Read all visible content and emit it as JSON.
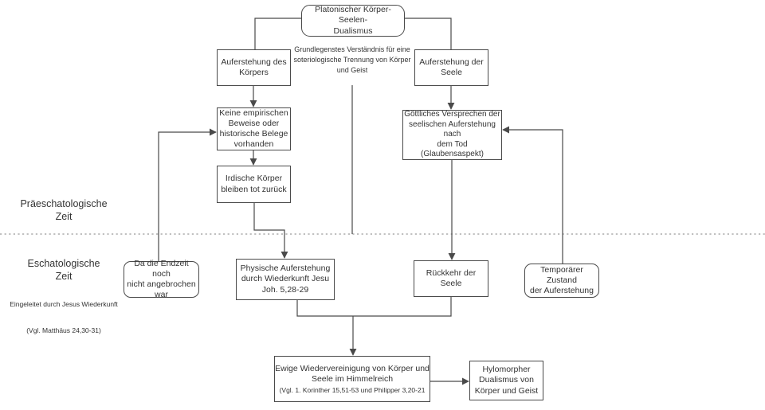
{
  "colors": {
    "background": "#ffffff",
    "line": "#4a4a4a",
    "text": "#333333",
    "divider": "#9a9a9a"
  },
  "nodes": {
    "platonic": {
      "label": "Platonischer Körper-Seelen-\nDualismus",
      "shape": "rounded"
    },
    "auf_koerper": {
      "label": "Auferstehung des\nKörpers",
      "shape": "rect"
    },
    "auf_seele": {
      "label": "Auferstehung der\nSeele",
      "shape": "rect"
    },
    "keine_beweise": {
      "label": "Keine empirischen\nBeweise oder\nhistorische Belege\nvorhanden",
      "shape": "rect"
    },
    "goettliches_versprechen": {
      "label": "Göttliches Versprechen der\nseelischen Auferstehung nach\ndem Tod\n(Glaubensaspekt)",
      "shape": "rect"
    },
    "irdische_koerper": {
      "label": "Irdische Körper\nbleiben tot zurück",
      "shape": "rect"
    },
    "da_endzeit": {
      "label": "Da die Endzeit noch\nnicht angebrochen\nwar",
      "shape": "rounded"
    },
    "physische_auferstehung": {
      "label": "Physische Auferstehung\ndurch Wiederkunft Jesu\nJoh. 5,28-29",
      "shape": "rect"
    },
    "rueckkehr_seele": {
      "label": "Rückkehr der Seele",
      "shape": "rect"
    },
    "temporaerer_zustand": {
      "label": "Temporärer Zustand\nder Auferstehung",
      "shape": "rounded"
    },
    "ewige_wiedervereinigung": {
      "label": "Ewige Wiedervereinigung von Körper und\nSeele im Himmelreich",
      "sublabel": "(Vgl. 1. Korinther 15,51-53 und Philipper 3,20-21",
      "shape": "rect"
    },
    "hylomorpher": {
      "label": "Hylomorpher\nDualismus von\nKörper und Geist",
      "shape": "rect"
    }
  },
  "annotations": {
    "soteriological_note": "Grundlegenstes Verständnis für eine\nsoteriologische Trennung von Körper\nund Geist",
    "praeeschatologische_zeit": "Präeschatologische\nZeit",
    "eschatologische_zeit_title": "Eschatologische\nZeit",
    "eschatologische_zeit_sub1": "Eingeleitet durch Jesus Wiederkunft",
    "eschatologische_zeit_sub2": "(Vgl. Matthäus 24,30-31)"
  },
  "connections": [
    {
      "from": "platonic",
      "to": "auf_koerper",
      "arrow": false
    },
    {
      "from": "platonic",
      "to": "auf_seele",
      "arrow": false
    },
    {
      "from": "auf_koerper",
      "to": "keine_beweise",
      "arrow": true
    },
    {
      "from": "auf_seele",
      "to": "goettliches_versprechen",
      "arrow": true
    },
    {
      "from": "keine_beweise",
      "to": "irdische_koerper",
      "arrow": true
    },
    {
      "from": "goettliches_versprechen",
      "to": "rueckkehr_seele",
      "arrow": true
    },
    {
      "from": "irdische_koerper",
      "to": "physische_auferstehung",
      "arrow": true
    },
    {
      "from": "da_endzeit",
      "to": "keine_beweise",
      "arrow": true
    },
    {
      "from": "temporaerer_zustand",
      "to": "goettliches_versprechen",
      "arrow": true
    },
    {
      "from": "soteriological_note",
      "to": "timeline_divider",
      "arrow": false
    },
    {
      "from": "physische_auferstehung",
      "to": "ewige_wiedervereinigung",
      "arrow": true
    },
    {
      "from": "rueckkehr_seele",
      "to": "ewige_wiedervereinigung",
      "arrow": true
    },
    {
      "from": "ewige_wiedervereinigung",
      "to": "hylomorpher",
      "arrow": true
    }
  ]
}
